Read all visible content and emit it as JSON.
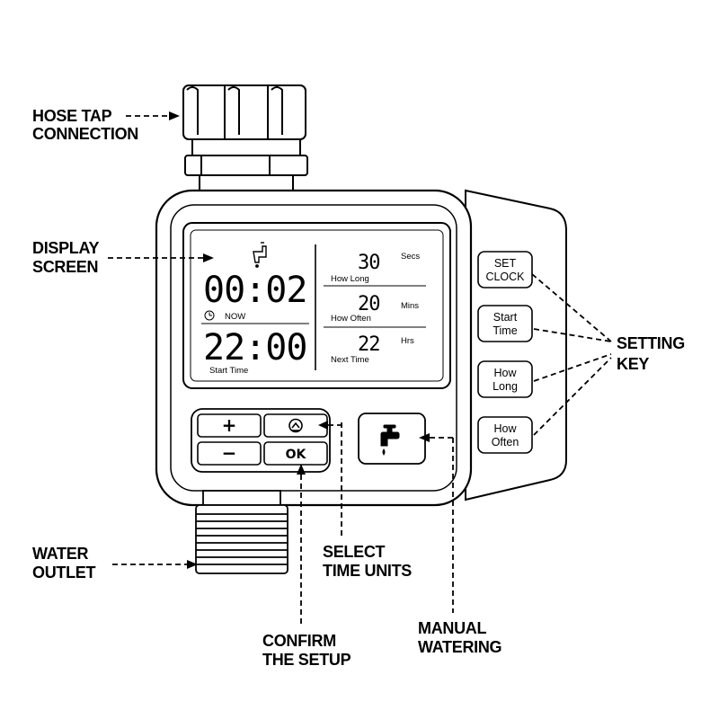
{
  "labels": {
    "hose_tap_line1": "HOSE TAP",
    "hose_tap_line2": "CONNECTION",
    "display_line1": "DISPLAY",
    "display_line2": "SCREEN",
    "setting_line1": "SETTING",
    "setting_line2": "KEY",
    "water_outlet_line1": "WATER",
    "water_outlet_line2": "OUTLET",
    "select_line1": "SELECT",
    "select_line2": "TIME UNITS",
    "confirm_line1": "CONFIRM",
    "confirm_line2": "THE SETUP",
    "manual_line1": "MANUAL",
    "manual_line2": "WATERING"
  },
  "display": {
    "now_time": "00:02",
    "now_label": "NOW",
    "start_time": "22:00",
    "start_label": "Start Time",
    "how_long_value": "30",
    "how_long_unit": "Secs",
    "how_long_label": "How Long",
    "how_often_value": "20",
    "how_often_unit": "Mins",
    "how_often_label": "How Often",
    "next_time_value": "22",
    "next_time_unit": "Hrs",
    "next_time_label": "Next Time"
  },
  "buttons": {
    "set_clock_line1": "SET",
    "set_clock_line2": "CLOCK",
    "start_time_line1": "Start",
    "start_time_line2": "Time",
    "how_long_line1": "How",
    "how_long_line2": "Long",
    "how_often_line1": "How",
    "how_often_line2": "Often",
    "plus": "+",
    "minus": "−",
    "ok": "OK"
  },
  "icons": {
    "tap_icon": "faucet-icon",
    "clock_icon": "clock-icon",
    "select_icon": "up-arrow-circle-icon"
  }
}
